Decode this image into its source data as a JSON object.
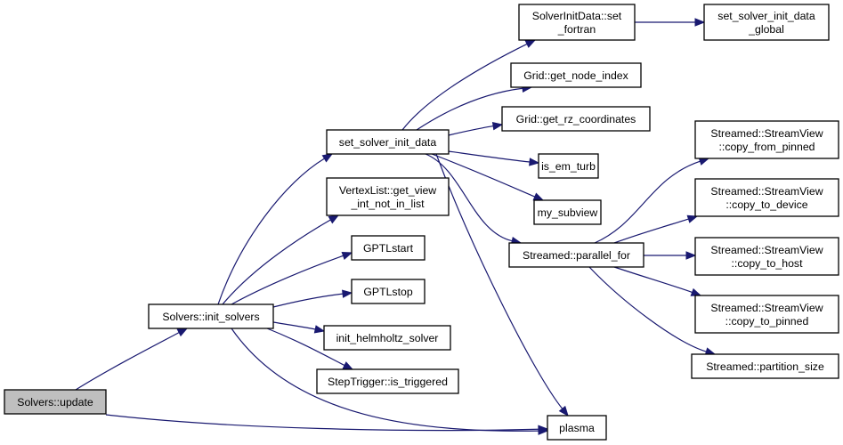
{
  "diagram": {
    "type": "call-graph",
    "edge_color": "#191970",
    "root_fill": "#bfbfbf",
    "nodes": [
      {
        "id": "update",
        "lines": [
          "Solvers::update"
        ],
        "root": true
      },
      {
        "id": "init_solvers",
        "lines": [
          "Solvers::init_solvers"
        ]
      },
      {
        "id": "set_solver_init_data",
        "lines": [
          "set_solver_init_data"
        ]
      },
      {
        "id": "vertexlist",
        "lines": [
          "VertexList::get_view",
          "_int_not_in_list"
        ]
      },
      {
        "id": "gptlstart",
        "lines": [
          "GPTLstart"
        ]
      },
      {
        "id": "gptlstop",
        "lines": [
          "GPTLstop"
        ]
      },
      {
        "id": "helmholtz",
        "lines": [
          "init_helmholtz_solver"
        ]
      },
      {
        "id": "steptrigger",
        "lines": [
          "StepTrigger::is_triggered"
        ]
      },
      {
        "id": "plasma",
        "lines": [
          "plasma"
        ]
      },
      {
        "id": "set_fortran",
        "lines": [
          "SolverInitData::set",
          "_fortran"
        ]
      },
      {
        "id": "global",
        "lines": [
          "set_solver_init_data",
          "_global"
        ]
      },
      {
        "id": "node_index",
        "lines": [
          "Grid::get_node_index"
        ]
      },
      {
        "id": "rz_coords",
        "lines": [
          "Grid::get_rz_coordinates"
        ]
      },
      {
        "id": "em_turb",
        "lines": [
          "is_em_turb"
        ]
      },
      {
        "id": "subview",
        "lines": [
          "my_subview"
        ]
      },
      {
        "id": "parallel_for",
        "lines": [
          "Streamed::parallel_for"
        ]
      },
      {
        "id": "copy_from_pinned",
        "lines": [
          "Streamed::StreamView",
          "::copy_from_pinned"
        ]
      },
      {
        "id": "copy_to_device",
        "lines": [
          "Streamed::StreamView",
          "::copy_to_device"
        ]
      },
      {
        "id": "copy_to_host",
        "lines": [
          "Streamed::StreamView",
          "::copy_to_host"
        ]
      },
      {
        "id": "copy_to_pinned",
        "lines": [
          "Streamed::StreamView",
          "::copy_to_pinned"
        ]
      },
      {
        "id": "partition_size",
        "lines": [
          "Streamed::partition_size"
        ]
      }
    ],
    "edges": [
      {
        "from": "update",
        "to": "init_solvers"
      },
      {
        "from": "update",
        "to": "plasma"
      },
      {
        "from": "init_solvers",
        "to": "set_solver_init_data"
      },
      {
        "from": "init_solvers",
        "to": "vertexlist"
      },
      {
        "from": "init_solvers",
        "to": "gptlstart"
      },
      {
        "from": "init_solvers",
        "to": "gptlstop"
      },
      {
        "from": "init_solvers",
        "to": "helmholtz"
      },
      {
        "from": "init_solvers",
        "to": "steptrigger"
      },
      {
        "from": "init_solvers",
        "to": "plasma"
      },
      {
        "from": "set_solver_init_data",
        "to": "set_fortran"
      },
      {
        "from": "set_solver_init_data",
        "to": "node_index"
      },
      {
        "from": "set_solver_init_data",
        "to": "rz_coords"
      },
      {
        "from": "set_solver_init_data",
        "to": "em_turb"
      },
      {
        "from": "set_solver_init_data",
        "to": "subview"
      },
      {
        "from": "set_solver_init_data",
        "to": "parallel_for"
      },
      {
        "from": "set_solver_init_data",
        "to": "plasma"
      },
      {
        "from": "set_fortran",
        "to": "global"
      },
      {
        "from": "parallel_for",
        "to": "copy_from_pinned"
      },
      {
        "from": "parallel_for",
        "to": "copy_to_device"
      },
      {
        "from": "parallel_for",
        "to": "copy_to_host"
      },
      {
        "from": "parallel_for",
        "to": "copy_to_pinned"
      },
      {
        "from": "parallel_for",
        "to": "partition_size"
      }
    ]
  }
}
